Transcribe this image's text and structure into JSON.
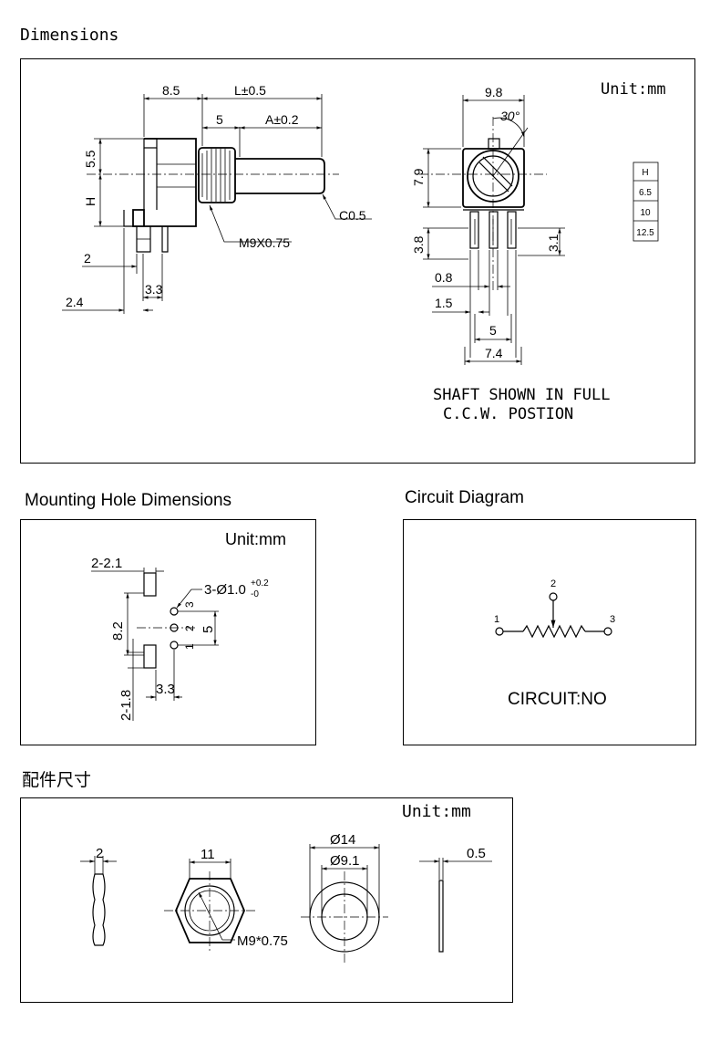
{
  "sections": {
    "dimensions": "Dimensions",
    "mounting": "Mounting Hole Dimensions",
    "circuit": "Circuit Diagram",
    "accessories": "配件尺寸"
  },
  "dimensions": {
    "unit": "Unit:mm",
    "side": {
      "dim_8_5": "8.5",
      "dim_L": "L±0.5",
      "dim_5": "5",
      "dim_A": "A±0.2",
      "dim_5_5": "5.5",
      "dim_H": "H",
      "dim_2": "2",
      "dim_3_3": "3.3",
      "dim_2_4": "2.4",
      "thread": "M9X0.75",
      "chamfer": "C0.5"
    },
    "front": {
      "dim_9_8": "9.8",
      "angle": "30°",
      "dim_7_9": "7.9",
      "dim_3_8": "3.8",
      "dim_3_1": "3.1",
      "dim_0_8": "0.8",
      "dim_1_5": "1.5",
      "dim_5": "5",
      "dim_7_4": "7.4"
    },
    "h_table": [
      "H",
      "6.5",
      "10",
      "12.5"
    ],
    "note_line1": "SHAFT SHOWN IN FULL",
    "note_line2": "C.C.W. POSTION"
  },
  "mounting": {
    "unit": "Unit:mm",
    "dim_2_2_1": "2-2.1",
    "hole_callout": "3-Ø1.0",
    "tol_plus": "+0.2",
    "tol_minus": "-0",
    "dim_8_2": "8.2",
    "dim_5": "5",
    "dim_2_1_8": "2-1.8",
    "dim_3_3": "3.3",
    "pins": [
      "3",
      "2",
      "1"
    ]
  },
  "circuit": {
    "pin1": "1",
    "pin2": "2",
    "pin3": "3",
    "label": "CIRCUIT:NO"
  },
  "accessories": {
    "unit": "Unit:mm",
    "washer_thickness": "2",
    "nut_width": "11",
    "thread": "M9*0.75",
    "outer_dia": "Ø14",
    "inner_dia": "Ø9.1",
    "thin_washer": "0.5"
  }
}
